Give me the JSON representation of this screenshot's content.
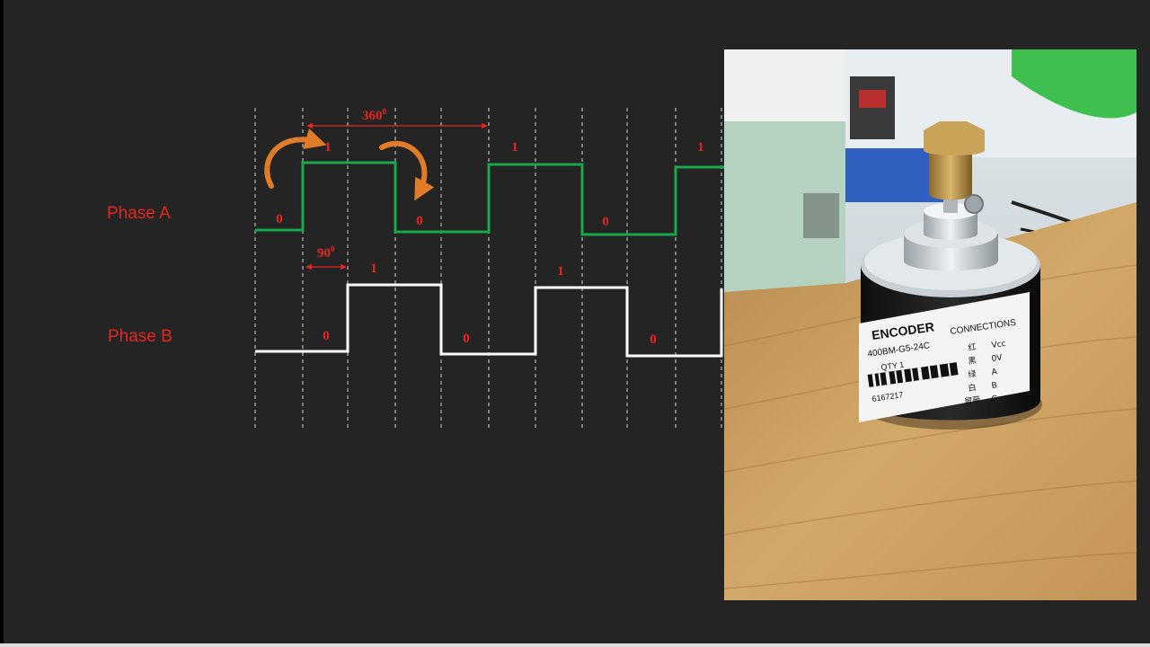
{
  "labels": {
    "phase_a": "Phase A",
    "phase_b": "Phase B",
    "period": "360",
    "phase_shift": "90",
    "degree_mark": "0"
  },
  "phase_a_bits": [
    "0",
    "1",
    "0",
    "1",
    "0",
    "1"
  ],
  "phase_b_bits": [
    "0",
    "1",
    "0",
    "1",
    "0"
  ],
  "photo": {
    "label_title": "ENCODER",
    "label_model": "400BM-G5-24C",
    "label_qty": "QTY 1",
    "label_serial": "6167217",
    "connections_title": "CONNECTIONS",
    "connections": [
      {
        "color": "红",
        "signal": "Vcc"
      },
      {
        "color": "黑",
        "signal": "0V"
      },
      {
        "color": "绿",
        "signal": "A"
      },
      {
        "color": "白",
        "signal": "B"
      },
      {
        "color": "屏蔽",
        "signal": "G"
      }
    ]
  },
  "colors": {
    "phase_a_wave": "#1aa64a",
    "phase_b_wave": "#ffffff",
    "label_red": "#e5251f",
    "arrow_orange": "#e07b2a"
  }
}
